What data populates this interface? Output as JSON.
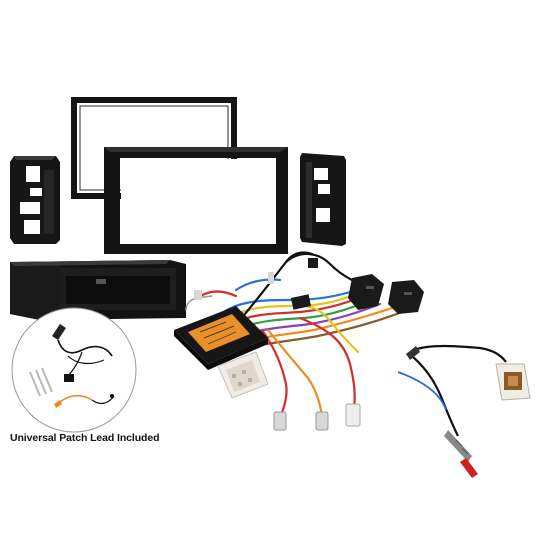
{
  "inset": {
    "caption": "Universal Patch Lead Included"
  },
  "colors": {
    "plastic": "#141414",
    "plastic_highlight": "#3a3a3a",
    "module_label": "#e8902a",
    "connector_white": "#f0ece6",
    "wire_red": "#d42a2a",
    "wire_blue": "#2b6fd6",
    "wire_green": "#2e9e3f",
    "wire_yellow": "#e3c620",
    "wire_orange": "#ef8a1f",
    "wire_purple": "#8a3fbf",
    "wire_brown": "#8a5a2b",
    "wire_grey": "#9a9a9a"
  },
  "items": [
    {
      "name": "double-din-frame",
      "icon": "rectangular-bezel"
    },
    {
      "name": "fascia-panel",
      "icon": "rectangular-bezel"
    },
    {
      "name": "side-bracket-left",
      "icon": "mounting-bracket"
    },
    {
      "name": "side-bracket-right",
      "icon": "mounting-bracket"
    },
    {
      "name": "storage-pocket",
      "icon": "din-pocket"
    },
    {
      "name": "steering-control-interface",
      "icon": "interface-module"
    },
    {
      "name": "iso-harness",
      "icon": "wiring-loom"
    },
    {
      "name": "antenna-adapter",
      "icon": "aerial-lead"
    },
    {
      "name": "universal-patch-lead",
      "icon": "patch-lead"
    }
  ]
}
